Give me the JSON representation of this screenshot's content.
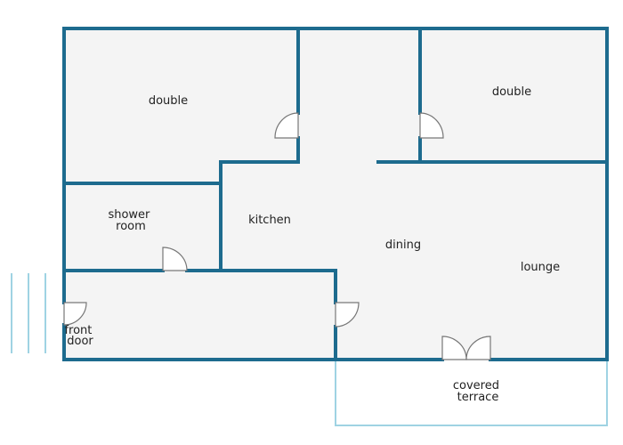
{
  "rooms": {
    "double_left": "double",
    "double_right": "double",
    "shower_room": [
      "shower",
      "room"
    ],
    "kitchen": "kitchen",
    "dining": "dining",
    "lounge": "lounge",
    "front_door": [
      "front",
      "door"
    ],
    "covered_terrace": [
      "covered",
      "terrace"
    ]
  },
  "colors": {
    "wall": "#1d6b8e",
    "floor": "#f4f4f4",
    "terrace_outline": "#9fd3e3",
    "door_swing": "#777777"
  }
}
